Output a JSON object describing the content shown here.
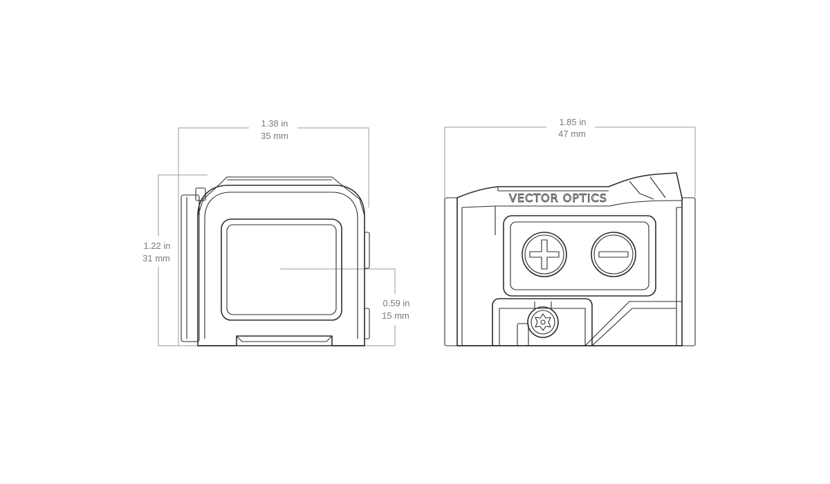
{
  "front_view": {
    "width_dimension": {
      "in": "1.38 in",
      "mm": "35 mm"
    },
    "height_dimension": {
      "in": "1.22  in",
      "mm": "31 mm"
    },
    "window_height_dimension": {
      "in": "0.59 in",
      "mm": "15 mm"
    }
  },
  "side_view": {
    "length_dimension": {
      "in": "1.85 in",
      "mm": "47 mm"
    },
    "brand": "VECTOR OPTICS"
  },
  "colors": {
    "outline": "#2b2b2b",
    "dimension": "#9a9a9a",
    "dimension_text": "#7a7a7a",
    "background": "#ffffff"
  }
}
